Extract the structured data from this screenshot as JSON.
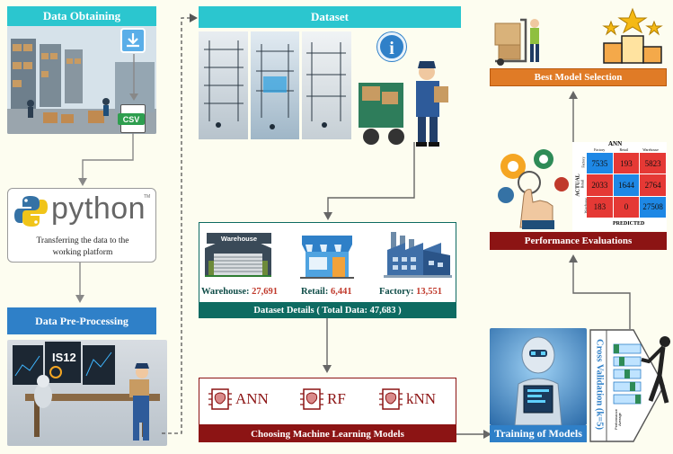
{
  "blocks": {
    "data_obtaining": "Data Obtaining",
    "csv_label": "CSV",
    "python_logo": "python",
    "python_tm": "TM",
    "transfer_text": "Transferring the data to the working platform",
    "preprocessing": "Data Pre-Processing",
    "screen_code": "IS12",
    "dataset": "Dataset",
    "dataset_details": "Dataset Details ( Total Data: 47,683 )",
    "choosing_models": "Choosing Machine Learning Models",
    "training": "Training of Models",
    "cross_validation": "Cross Validation (k=5)",
    "performance_evaluations": "Performance Evaluations",
    "best_model": "Best Model Selection"
  },
  "dataset_categories": [
    {
      "label": "Warehouse:",
      "value": "27,691"
    },
    {
      "label": "Retail:",
      "value": "6,441"
    },
    {
      "label": "Factory:",
      "value": "13,551"
    }
  ],
  "warehouse_sign": "Warehouse",
  "models": [
    "ANN",
    "RF",
    "kNN"
  ],
  "confusion_matrix": {
    "title": "ANN",
    "actual_label": "ACTUAL",
    "predicted_label": "PREDICTED",
    "classes": [
      "Factory",
      "Retail",
      "Warehouse"
    ],
    "cells": [
      [
        7535,
        193,
        5823
      ],
      [
        2033,
        1644,
        2764
      ],
      [
        183,
        0,
        27508
      ]
    ]
  },
  "cv_chart_labels": {
    "perf": "Performance",
    "avg": "Average"
  },
  "colors": {
    "teal": "#2bc6cf",
    "blue": "#2f80c8",
    "dark_red": "#8c1414",
    "orange": "#e07b26",
    "dark_green": "#0e6b62",
    "value_red": "#c0392b",
    "cell_red": "#e53935",
    "cell_blue": "#1e88e5"
  }
}
